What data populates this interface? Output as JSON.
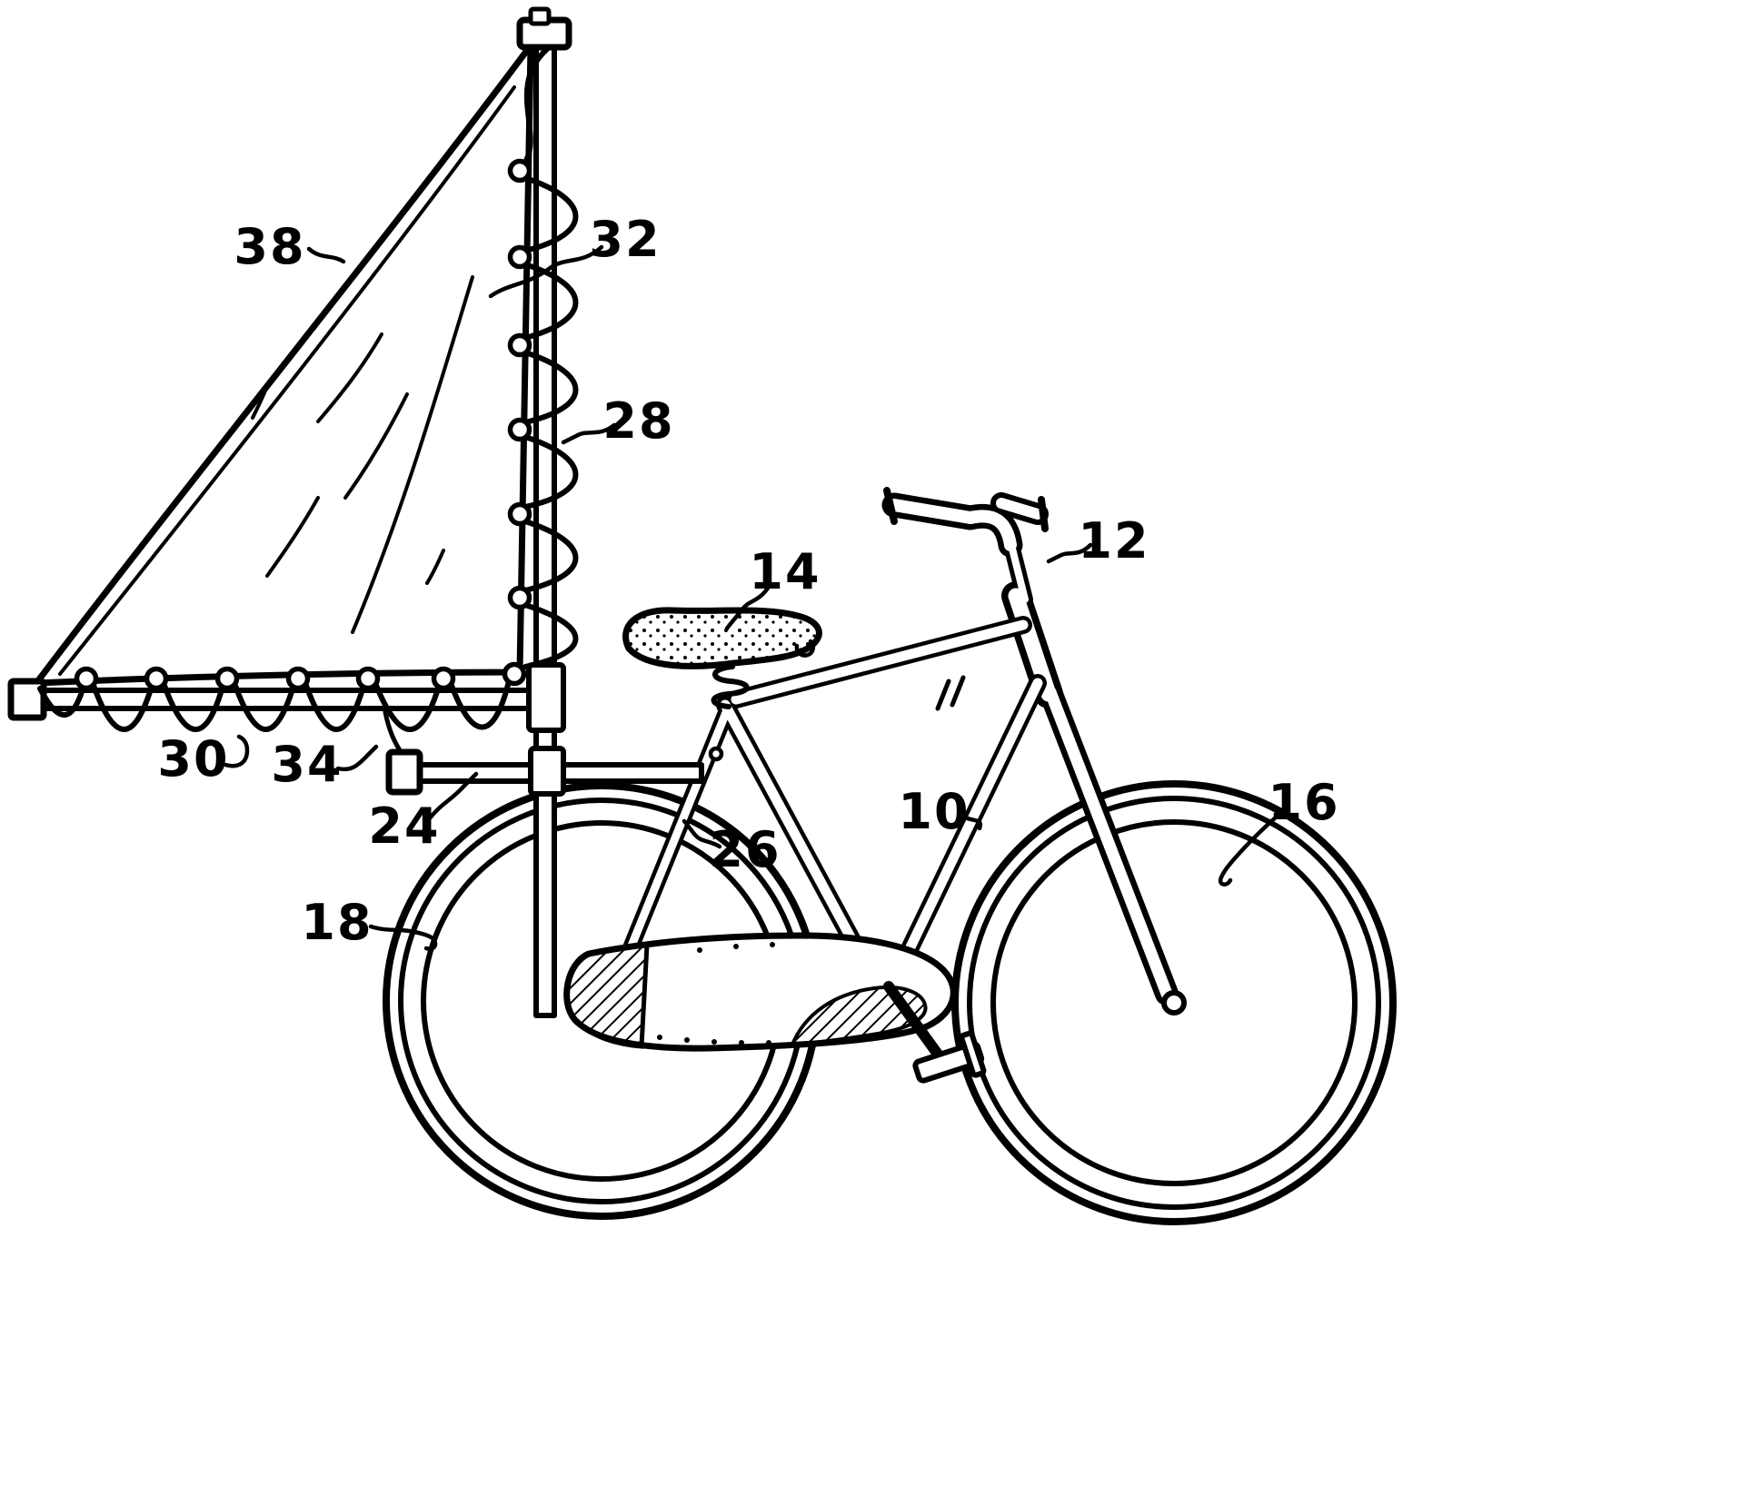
{
  "figure": {
    "paper_color": "#ffffff",
    "ink_color": "#000000",
    "reference_numerals": {
      "n10": "10",
      "n12": "12",
      "n14": "14",
      "n16": "16",
      "n18": "18",
      "n24": "24",
      "n26": "26",
      "n28": "28",
      "n30": "30",
      "n32": "32",
      "n34": "34",
      "n38": "38"
    }
  }
}
